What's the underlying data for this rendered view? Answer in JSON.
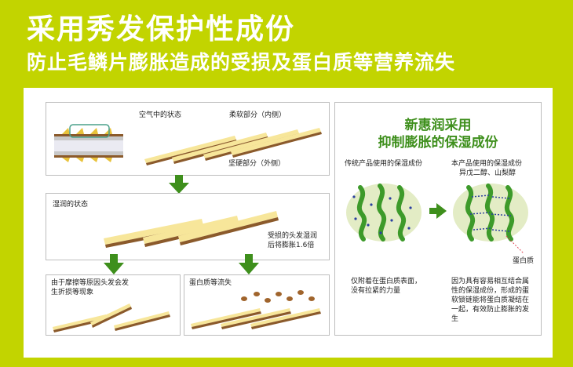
{
  "header": {
    "title": "采用秀发保护性成份",
    "subtitle": "防止毛鳞片膨胀造成的受损及蛋白质等营养流失"
  },
  "left": {
    "state_air": "空气中的状态",
    "soft_part": "柔软部分（内侧）",
    "hard_part": "坚硬部分（外侧）",
    "state_wet": "湿润的状态",
    "swell_line1": "受损的头发湿润",
    "swell_line2": "后将膨胀1.6倍",
    "friction_line1": "由于摩擦等原因头发会发",
    "friction_line2": "生折损等现象",
    "protein_loss": "蛋白质等流失"
  },
  "right": {
    "heading_line1": "新惠润采用",
    "heading_line2": "抑制膨胀的保湿成份",
    "traditional": "传统产品使用的保湿成份",
    "ours_line1": "本产品使用的保湿成份",
    "ours_line2": "异戊二醇、山梨醇",
    "protein_label": "蛋白质",
    "left_desc_line1": "仅附着在蛋白质表面，",
    "left_desc_line2": "没有拉紧的力量",
    "right_desc_line1": "因为具有容易相互结合属",
    "right_desc_line2": "性的保湿成份，形成的蛋",
    "right_desc_line3": "软锁链能将蛋白质凝结在",
    "right_desc_line4": "一起，有效防止膨胀的发",
    "right_desc_line5": "生"
  },
  "colors": {
    "background": "#c2d400",
    "arrow_green": "#3e8f1c",
    "strand_yellow": "#f7e69a",
    "strand_brown": "#8b5a2b",
    "heading_green": "#3e8f1c"
  }
}
